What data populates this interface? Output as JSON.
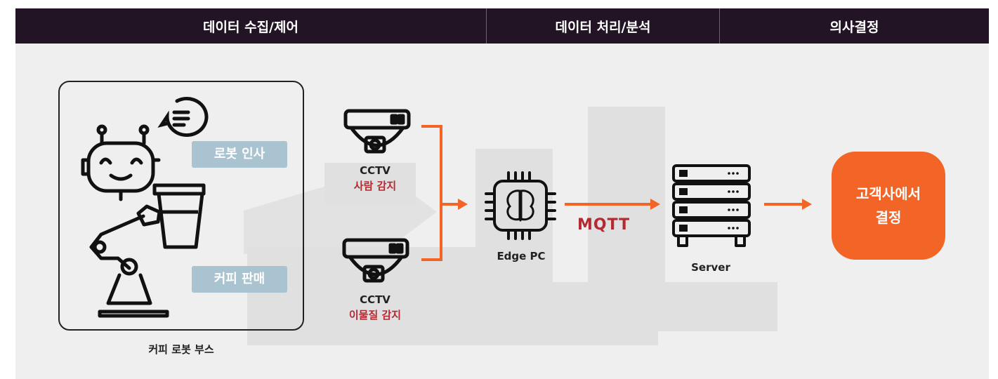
{
  "header": {
    "col1": "데이터 수집/제어",
    "col2": "데이터 처리/분석",
    "col3": "의사결정"
  },
  "booth": {
    "title": "커피 로봇 부스",
    "greeting_chip": "로봇 인사",
    "selling_chip": "커피 판매"
  },
  "cctv": [
    {
      "name": "CCTV",
      "purpose": "사람 감지"
    },
    {
      "name": "CCTV",
      "purpose": "이물질 감지"
    }
  ],
  "edge": {
    "label": "Edge PC"
  },
  "protocol": {
    "label": "MQTT"
  },
  "server": {
    "label": "Server"
  },
  "decision": {
    "label": "고객사에서 결정"
  },
  "colors": {
    "header_bg": "#221424",
    "panel_bg": "#efefef",
    "accent_orange": "#f26526",
    "accent_red": "#b52a32",
    "chip_blue": "#a9c3d0"
  },
  "icons": [
    "robot-icon",
    "chat-bubble-icon",
    "coffee-cup-icon",
    "robot-arm-icon",
    "cctv-camera-icon",
    "brain-chip-icon",
    "server-rack-icon",
    "arrow-icon"
  ]
}
